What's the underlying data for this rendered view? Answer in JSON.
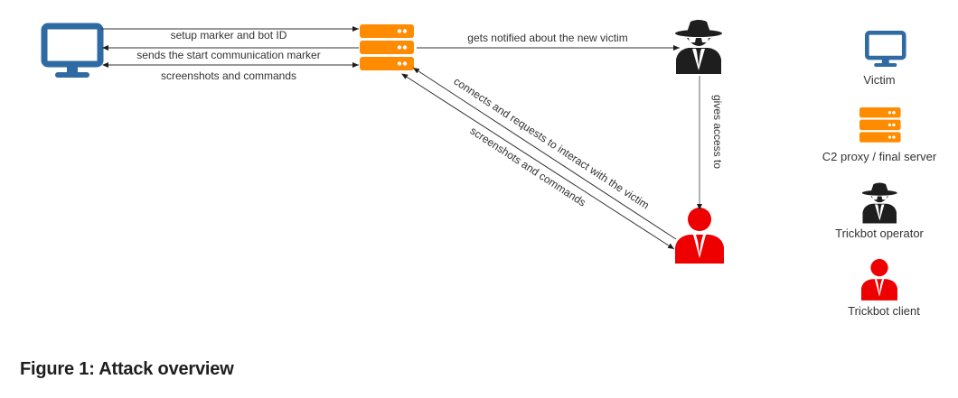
{
  "colors": {
    "victim": "#2f6aa3",
    "server": "#ff8c00",
    "operator": "#1e1e1e",
    "client": "#ee0000",
    "edge": "#333333",
    "text": "#333333"
  },
  "nodes": [
    {
      "id": "victim",
      "icon": "monitor-icon"
    },
    {
      "id": "server",
      "icon": "server-stack-icon"
    },
    {
      "id": "operator",
      "icon": "spy-icon"
    },
    {
      "id": "client",
      "icon": "user-icon"
    }
  ],
  "edges": [
    {
      "from": "victim",
      "to": "server",
      "label": "setup marker and bot ID",
      "direction": "forward"
    },
    {
      "from": "server",
      "to": "victim",
      "label": "sends the start communication marker",
      "direction": "forward"
    },
    {
      "from": "victim",
      "to": "server",
      "label": "screenshots and commands",
      "direction": "both"
    },
    {
      "from": "server",
      "to": "operator",
      "label": "gets notified about the new victim",
      "direction": "forward"
    },
    {
      "from": "operator",
      "to": "client",
      "label": "gives access to",
      "direction": "forward"
    },
    {
      "from": "client",
      "to": "server",
      "label": "connects and requests to interact with the victim",
      "direction": "forward"
    },
    {
      "from": "server",
      "to": "client",
      "label": "screenshots and commands",
      "direction": "both"
    }
  ],
  "legend": [
    {
      "icon": "monitor-icon",
      "label": "Victim"
    },
    {
      "icon": "server-stack-icon",
      "label": "C2 proxy / final server"
    },
    {
      "icon": "spy-icon",
      "label": "Trickbot operator"
    },
    {
      "icon": "user-icon",
      "label": "Trickbot client"
    }
  ],
  "caption": "Figure 1: Attack overview"
}
